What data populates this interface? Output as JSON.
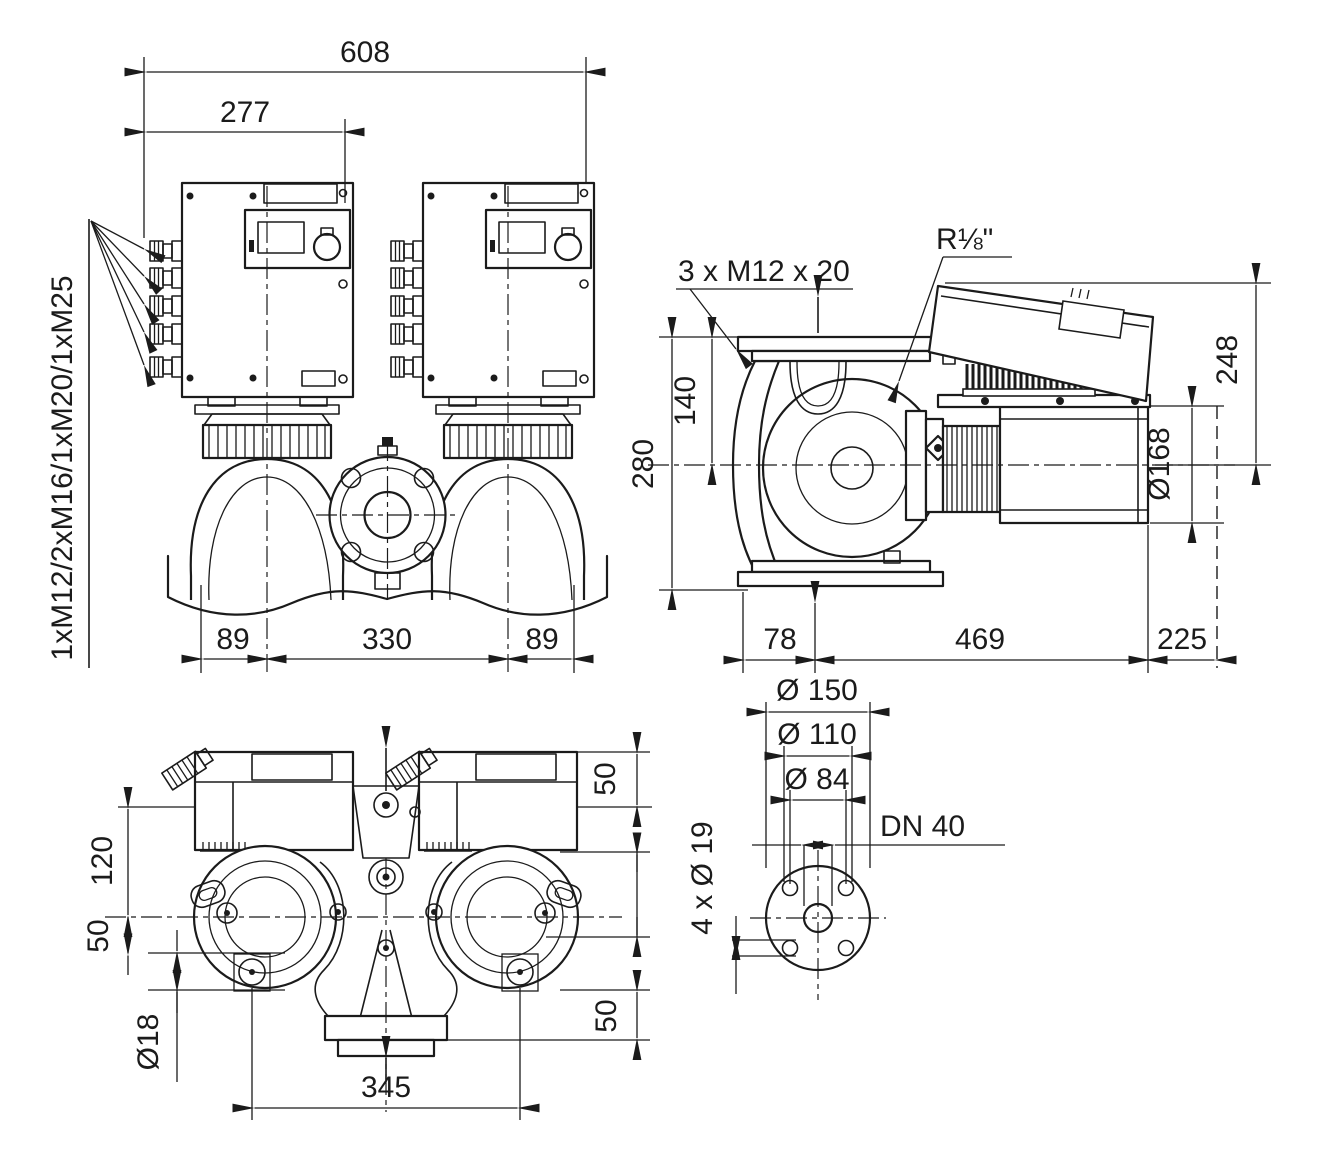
{
  "drawing": {
    "type": "technical dimensional drawing, twin-head inline pump with electronic control modules",
    "colors": {
      "ink": "#1b1b1b",
      "background": "#ffffff"
    },
    "front": {
      "dim_overall_width": "608",
      "dim_module_width": "277",
      "dim_foot_left": "89",
      "dim_port_spacing": "330",
      "dim_foot_right": "89",
      "gland_label": "1xM12/2xM16/1xM20/1xM25"
    },
    "side": {
      "label_flange_screws": "3 x M12 x 20",
      "label_vent_thread": "R⅛\"",
      "dim_flange_to_axis": "140",
      "dim_flange_to_flange": "280",
      "dim_axis_to_top": "248",
      "dim_motor_diameter": "Ø168",
      "dim_axis_to_face": "78",
      "dim_axis_to_motor_end": "469",
      "dim_clearance": "225"
    },
    "plan": {
      "dim_top_offset": "50",
      "dim_face_to_axis": "120",
      "dim_axis_to_foot": "50",
      "dim_foot_hole": "Ø18",
      "dim_bottom_offset": "50",
      "dim_foot_spacing": "345"
    },
    "flange": {
      "dim_outer_diameter": "Ø 150",
      "dim_bolt_circle": "Ø 110",
      "dim_raised_face": "Ø 84",
      "label_nominal_bore": "DN 40",
      "label_bolt_holes": "4 x Ø 19"
    }
  }
}
